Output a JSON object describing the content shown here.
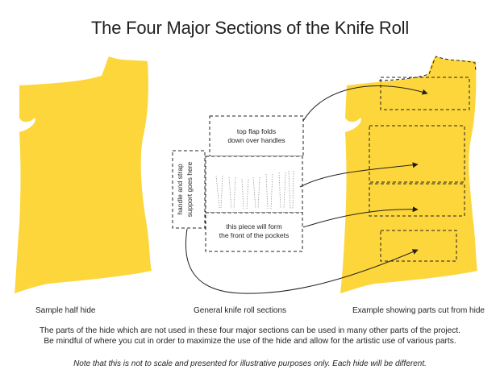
{
  "title": "The Four Major Sections of the Knife Roll",
  "diagram": {
    "top_flap_label_1": "top flap folds",
    "top_flap_label_2": "down over handles",
    "handle_label_1": "handle and strap",
    "handle_label_2": "support goes here",
    "pocket_label_1": "this piece will form",
    "pocket_label_2": "the front of the pockets"
  },
  "captions": {
    "left": "Sample half hide",
    "middle": "General knife roll sections",
    "right": "Example showing parts cut from hide"
  },
  "body_text": {
    "line1": "The parts of the hide which are not used in these four major sections can be used in many other parts of the project.",
    "line2": "Be mindful of where you cut in order to maximize the use of the hide and allow for the artistic use of various parts."
  },
  "note": "Note that this is not to scale and presented for illustrative purposes only. Each hide will be different.",
  "colors": {
    "hide": "#fdd63c",
    "line": "#231f20"
  }
}
